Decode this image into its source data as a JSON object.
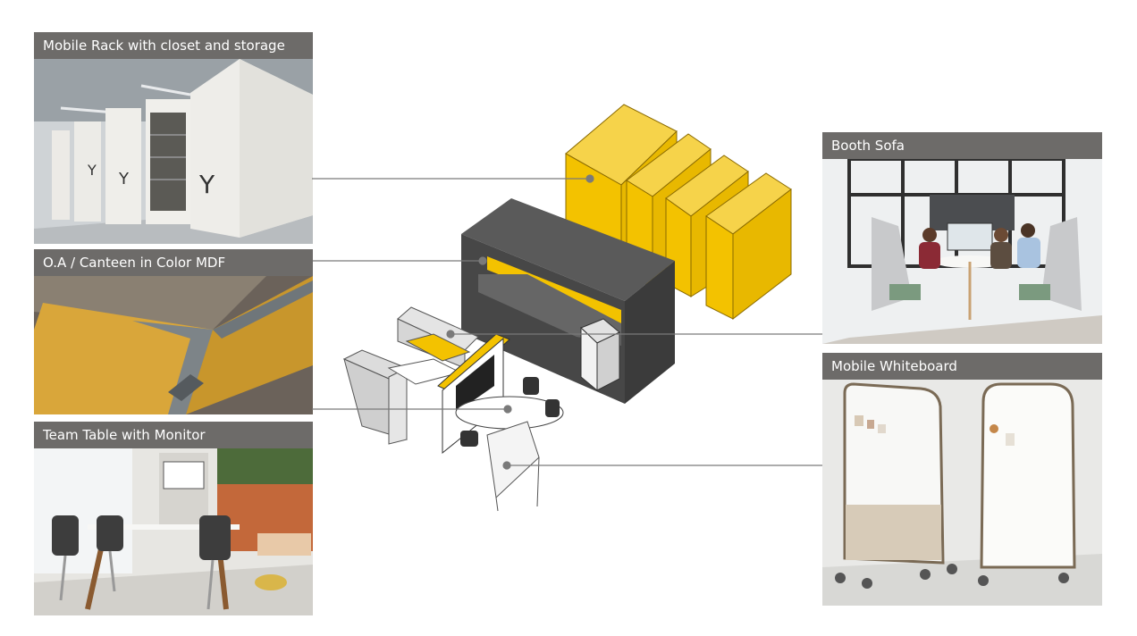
{
  "cards": {
    "mobile_rack": {
      "label": "Mobile Rack with closet and storage"
    },
    "canteen": {
      "label": "O.A / Canteen in Color MDF"
    },
    "team_table": {
      "label": "Team Table with Monitor"
    },
    "booth_sofa": {
      "label": "Booth Sofa"
    },
    "whiteboard": {
      "label": "Mobile Whiteboard"
    }
  },
  "colors": {
    "accent_yellow": "#f3c200",
    "dark_grey": "#4a4a4a",
    "label_bg": "#6d6b69",
    "leader_line": "#7a7a7a"
  }
}
